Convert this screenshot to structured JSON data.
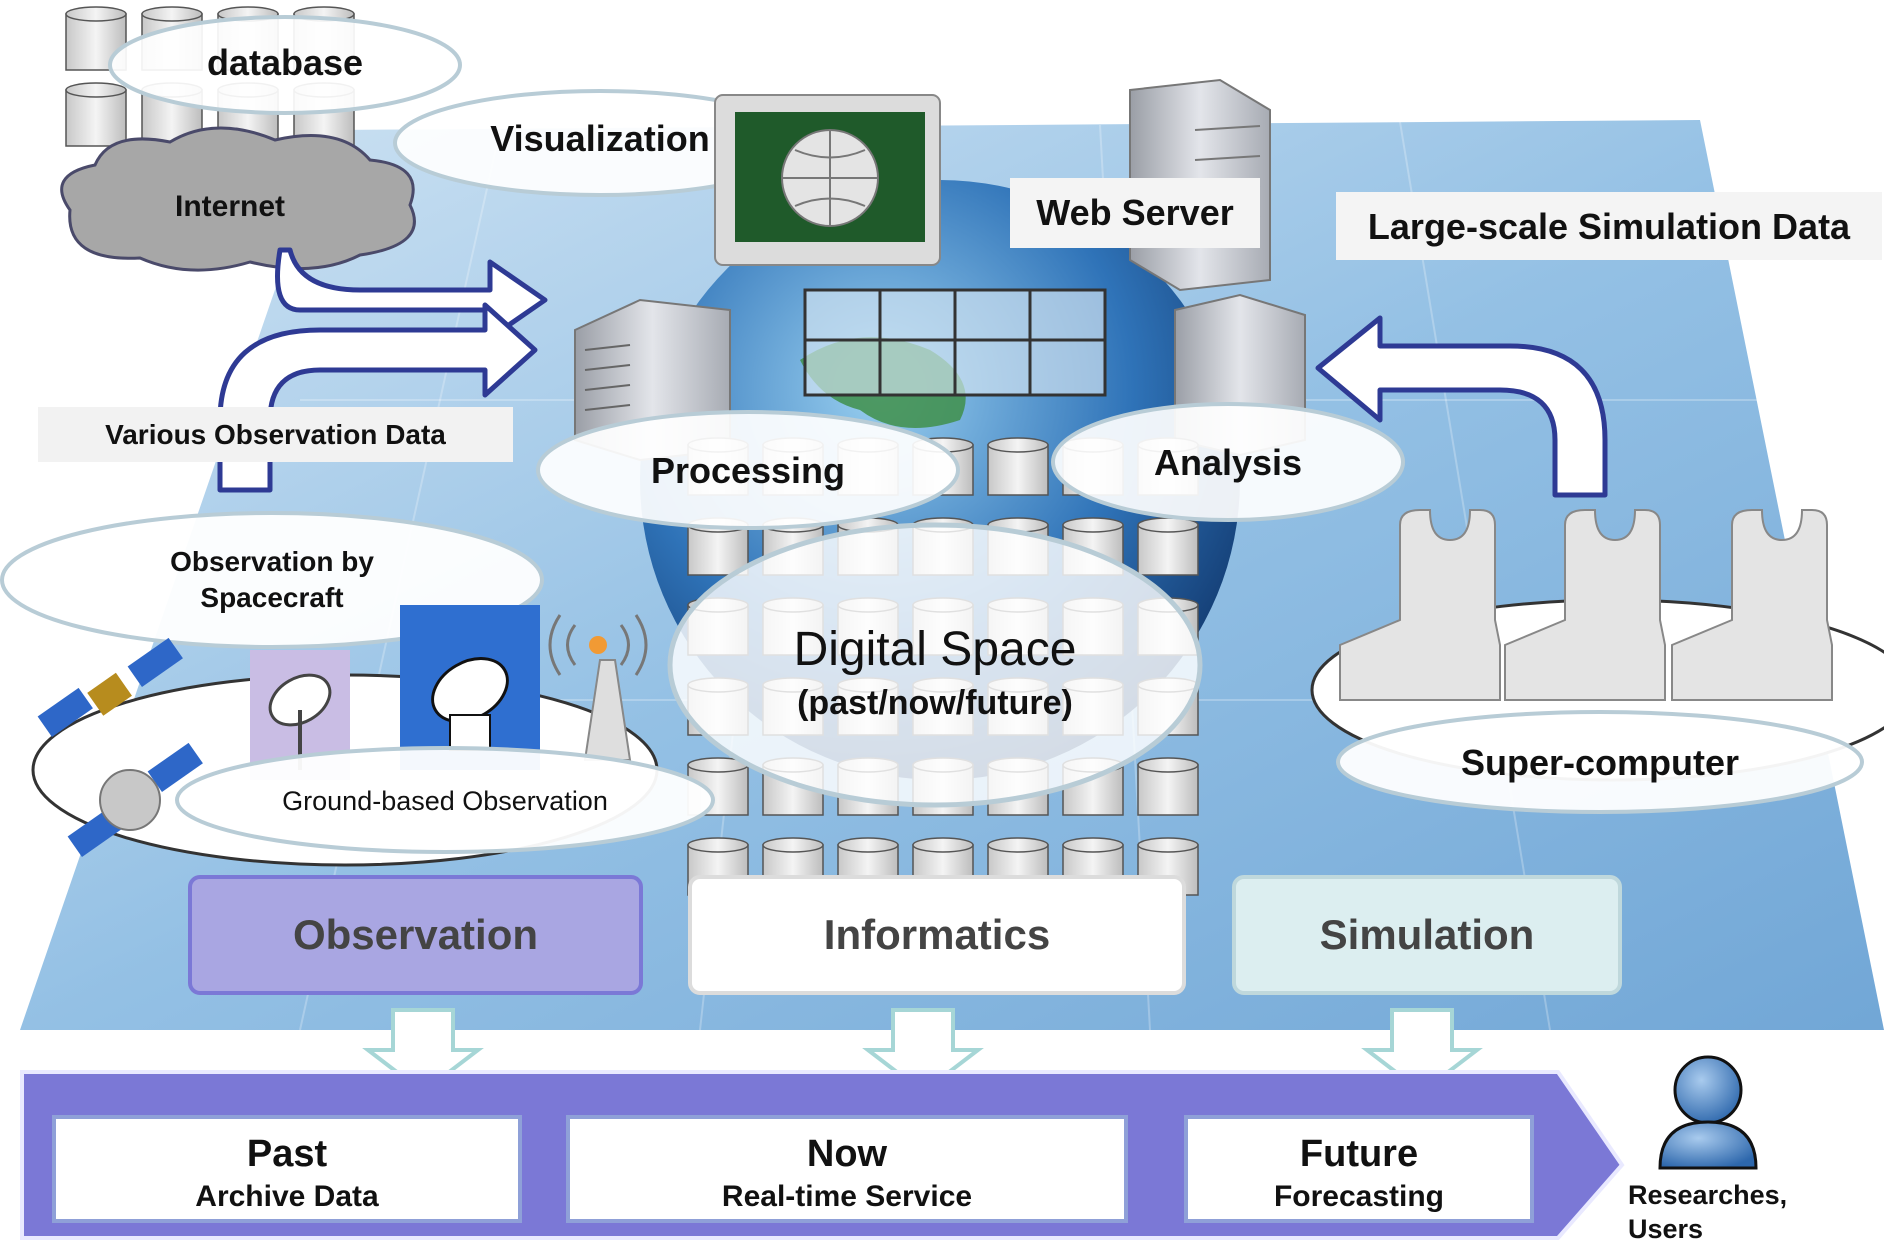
{
  "labels": {
    "database": "database",
    "visualization": "Visualization",
    "internet": "Internet",
    "web_server": "Web Server",
    "large_scale": "Large-scale Simulation Data",
    "various_obs": "Various Observation Data",
    "processing": "Processing",
    "analysis": "Analysis",
    "obs_spacecraft_1": "Observation by",
    "obs_spacecraft_2": "Spacecraft",
    "digital_space": "Digital Space",
    "digital_space_sub": "(past/now/future)",
    "ground_based": "Ground-based Observation",
    "super_computer": "Super-computer"
  },
  "categories": {
    "observation": "Observation",
    "informatics": "Informatics",
    "simulation": "Simulation"
  },
  "timeline": {
    "past_title": "Past",
    "past_sub": "Archive Data",
    "now_title": "Now",
    "now_sub": "Real-time Service",
    "future_title": "Future",
    "future_sub": "Forecasting"
  },
  "users": {
    "line1": "Researches,",
    "line2": "Users"
  },
  "colors": {
    "observation_fill": "#a9a6e2",
    "banner_fill": "#7b78d6",
    "simulation_fill": "#dceef0",
    "arrow_blue": "#2e3a94",
    "platform": "#7fb3dd"
  },
  "icons": [
    "database-icon",
    "cloud-icon",
    "monitor-globe-icon",
    "server-icon",
    "globe-icon",
    "satellite-icon",
    "antenna-icon",
    "radio-tower-icon",
    "supercomputer-icon",
    "user-icon"
  ]
}
